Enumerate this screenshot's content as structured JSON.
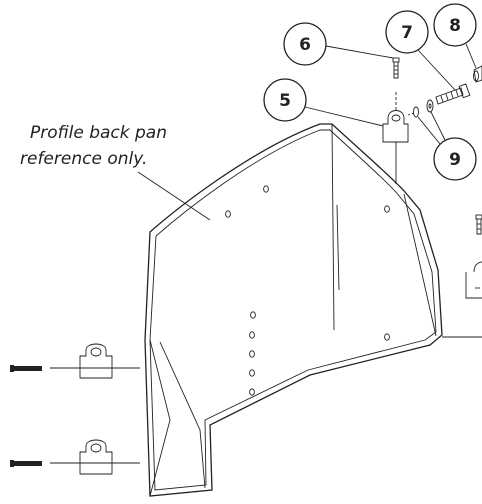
{
  "note": {
    "line1": "Profile back pan",
    "line2": "reference only."
  },
  "callouts": [
    {
      "id": "callout-5",
      "label": "5"
    },
    {
      "id": "callout-6",
      "label": "6"
    },
    {
      "id": "callout-7",
      "label": "7"
    },
    {
      "id": "callout-8",
      "label": "8"
    },
    {
      "id": "callout-9",
      "label": "9"
    }
  ],
  "colors": {
    "line": "#222222",
    "background": "#ffffff"
  }
}
